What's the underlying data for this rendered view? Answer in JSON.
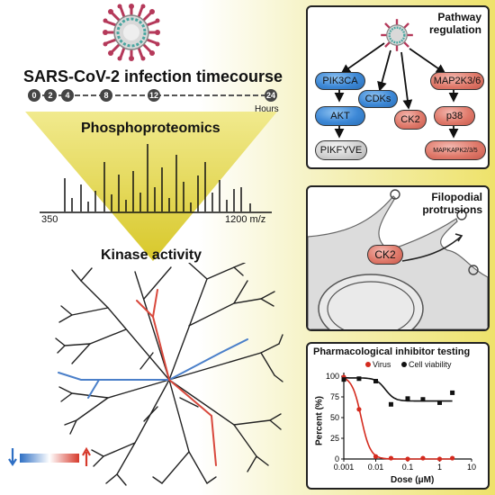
{
  "left": {
    "title": "SARS-CoV-2 infection timecourse",
    "timepoints": [
      "0",
      "2",
      "4",
      "8",
      "12",
      "24"
    ],
    "hours_label": "Hours",
    "phospho_title": "Phosphoproteomics",
    "ms_min_label": "350",
    "ms_max_label": "1200 m/z",
    "kinase_title": "Kinase activity"
  },
  "pathway": {
    "title": "Pathway regulation",
    "nodes": {
      "pik3ca": "PIK3CA",
      "akt": "AKT",
      "pikfyve": "PIKFYVE",
      "cdks": "CDKs",
      "ck2": "CK2",
      "map2k": "MAP2K3/6",
      "p38": "p38",
      "mapkapk": "MAPKAPK2/3/5"
    }
  },
  "filopodia": {
    "title": "Filopodial protrusions",
    "ck2": "CK2"
  },
  "inhibitor": {
    "title": "Pharmacological inhibitor testing",
    "legend_virus": "Virus",
    "legend_viability": "Cell viability",
    "ylabel": "Percent (%)",
    "xlabel": "Dose (μM)",
    "xticks": [
      "0.001",
      "0.01",
      "0.1",
      "1",
      "10"
    ],
    "yticks": [
      "0",
      "25",
      "50",
      "75",
      "100"
    ],
    "colors": {
      "virus": "#d42a1e",
      "viability": "#111111"
    }
  },
  "chart_data": {
    "type": "scatter",
    "xlabel": "Dose (μM)",
    "ylabel": "Percent (%)",
    "xscale": "log",
    "xlim": [
      0.001,
      10
    ],
    "ylim": [
      0,
      100
    ],
    "series": [
      {
        "name": "Virus",
        "x": [
          0.001,
          0.003,
          0.01,
          0.03,
          0.1,
          0.3,
          1,
          2.5
        ],
        "y": [
          99,
          60,
          3,
          1,
          0,
          1,
          0,
          1
        ]
      },
      {
        "name": "Cell viability",
        "x": [
          0.001,
          0.003,
          0.01,
          0.03,
          0.1,
          0.3,
          1,
          2.5
        ],
        "y": [
          96,
          97,
          94,
          66,
          73,
          72,
          68,
          80
        ]
      }
    ]
  }
}
